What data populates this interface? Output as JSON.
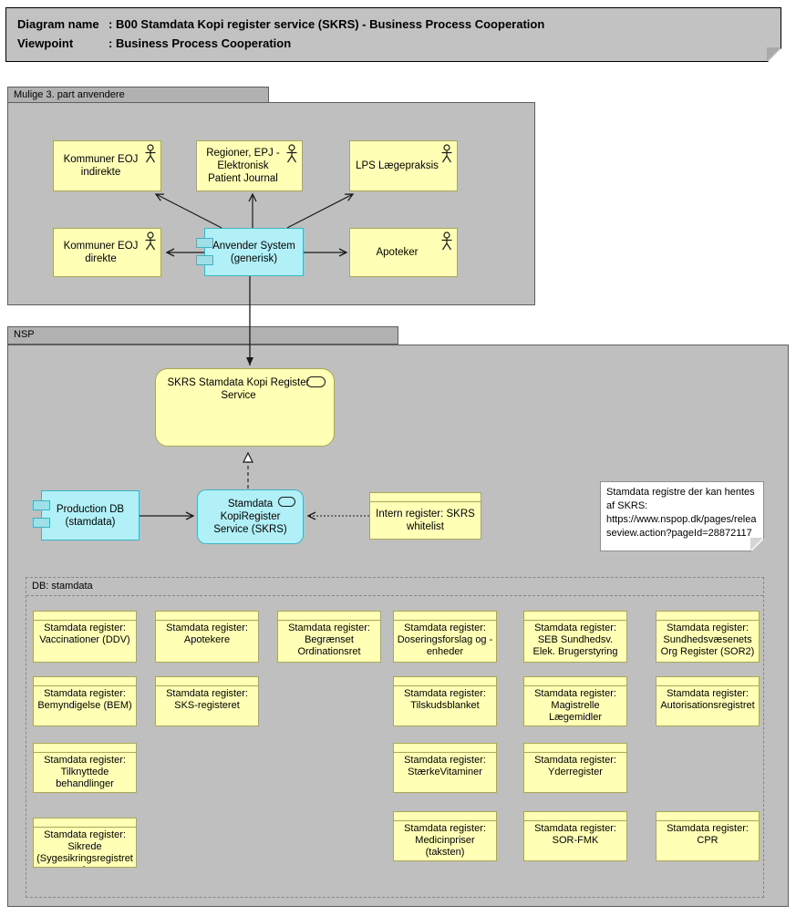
{
  "title_block": {
    "line1_label": "Diagram name",
    "line2_label": "Viewpoint",
    "separator": ":",
    "line1_value": "B00 Stamdata Kopi register service (SKRS) - Business Process Cooperation",
    "line2_value": "Business Process Cooperation"
  },
  "groups": {
    "third_party": {
      "label": "Mulige 3. part anvendere"
    },
    "nsp": {
      "label": "NSP"
    },
    "db": {
      "label": "DB: stamdata"
    }
  },
  "actors": {
    "kommuner_indirekte": {
      "label": "Kommuner EOJ indirekte"
    },
    "regioner": {
      "label": "Regioner, EPJ - Elektronisk Patient Journal"
    },
    "lps": {
      "label": "LPS Lægepraksis"
    },
    "kommuner_direkte": {
      "label": "Kommuner EOJ direkte"
    },
    "apoteker": {
      "label": "Apoteker"
    }
  },
  "components": {
    "anvender_system": {
      "label": "Anvender System (generisk)"
    },
    "production_db": {
      "label": "Production DB (stamdata)"
    }
  },
  "services": {
    "skrs_register_service": {
      "label": "SKRS Stamdata Kopi Register Service"
    },
    "kopi_service": {
      "label": "Stamdata KopiRegister Service (SKRS)"
    }
  },
  "objects": {
    "whitelist": {
      "label": "Intern register: SKRS whitelist"
    }
  },
  "note": {
    "text": "Stamdata registre der kan hentes af SKRS: https://www.nspop.dk/pages/releaseview.action?pageId=28872117"
  },
  "register_prefix": "Stamdata register:",
  "registers": [
    {
      "name": "Vaccinationer (DDV)"
    },
    {
      "name": "Apotekere"
    },
    {
      "name": "Begrænset Ordinationsret"
    },
    {
      "name": "Doseringsforslag og -enheder"
    },
    {
      "name": "SEB Sundhedsv. Elek. Brugerstyring"
    },
    {
      "name": "Sundhedsvæsenets Org Register (SOR2)"
    },
    {
      "name": "Bemyndigelse (BEM)"
    },
    {
      "name": "SKS-registeret"
    },
    {
      "name": "Tilskudsblanket"
    },
    {
      "name": "Magistrelle Lægemidler"
    },
    {
      "name": "Autorisationsregistret"
    },
    {
      "name": "Tilknyttede behandlinger"
    },
    {
      "name": "StærkeVitaminer"
    },
    {
      "name": "Yderregister"
    },
    {
      "name": "Sikrede (Sygesikringsregistret)"
    },
    {
      "name": "Medicinpriser (taksten)"
    },
    {
      "name": "SOR-FMK"
    },
    {
      "name": "CPR"
    }
  ],
  "icons": {
    "actor": "stick-figure",
    "component": "component-tabs",
    "service": "lozenge",
    "note_fold": "folded-corner"
  },
  "colors": {
    "group_fill": "#bfbfbf",
    "group_tab_fill": "#b1b1b1",
    "yellow_fill": "#ffffb5",
    "yellow_border": "#a8a857",
    "cyan_fill": "#b2f0f7",
    "cyan_border": "#3eb3c4",
    "note_fill": "#ffffff",
    "line": "#1a1a1a"
  }
}
